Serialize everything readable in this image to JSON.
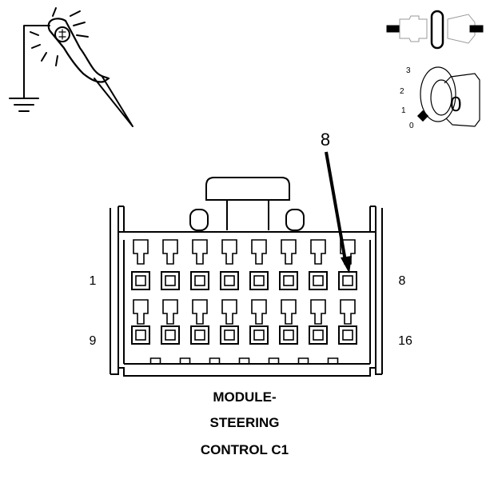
{
  "probe": {
    "icon": "test-light-probe-icon",
    "ground_icon": "ground-symbol-icon"
  },
  "unplug_icon": "disconnect-connector-icon",
  "ignition": {
    "icon": "ignition-key-icon",
    "positions": [
      "3",
      "2",
      "1",
      "0"
    ],
    "key_label": "0"
  },
  "callout": {
    "label": "8"
  },
  "connector": {
    "row1": {
      "left_label": "1",
      "right_label": "8"
    },
    "row2": {
      "left_label": "9",
      "right_label": "16"
    },
    "terminal_count": 16
  },
  "title_lines": [
    "MODULE-",
    "STEERING",
    "CONTROL C1"
  ]
}
